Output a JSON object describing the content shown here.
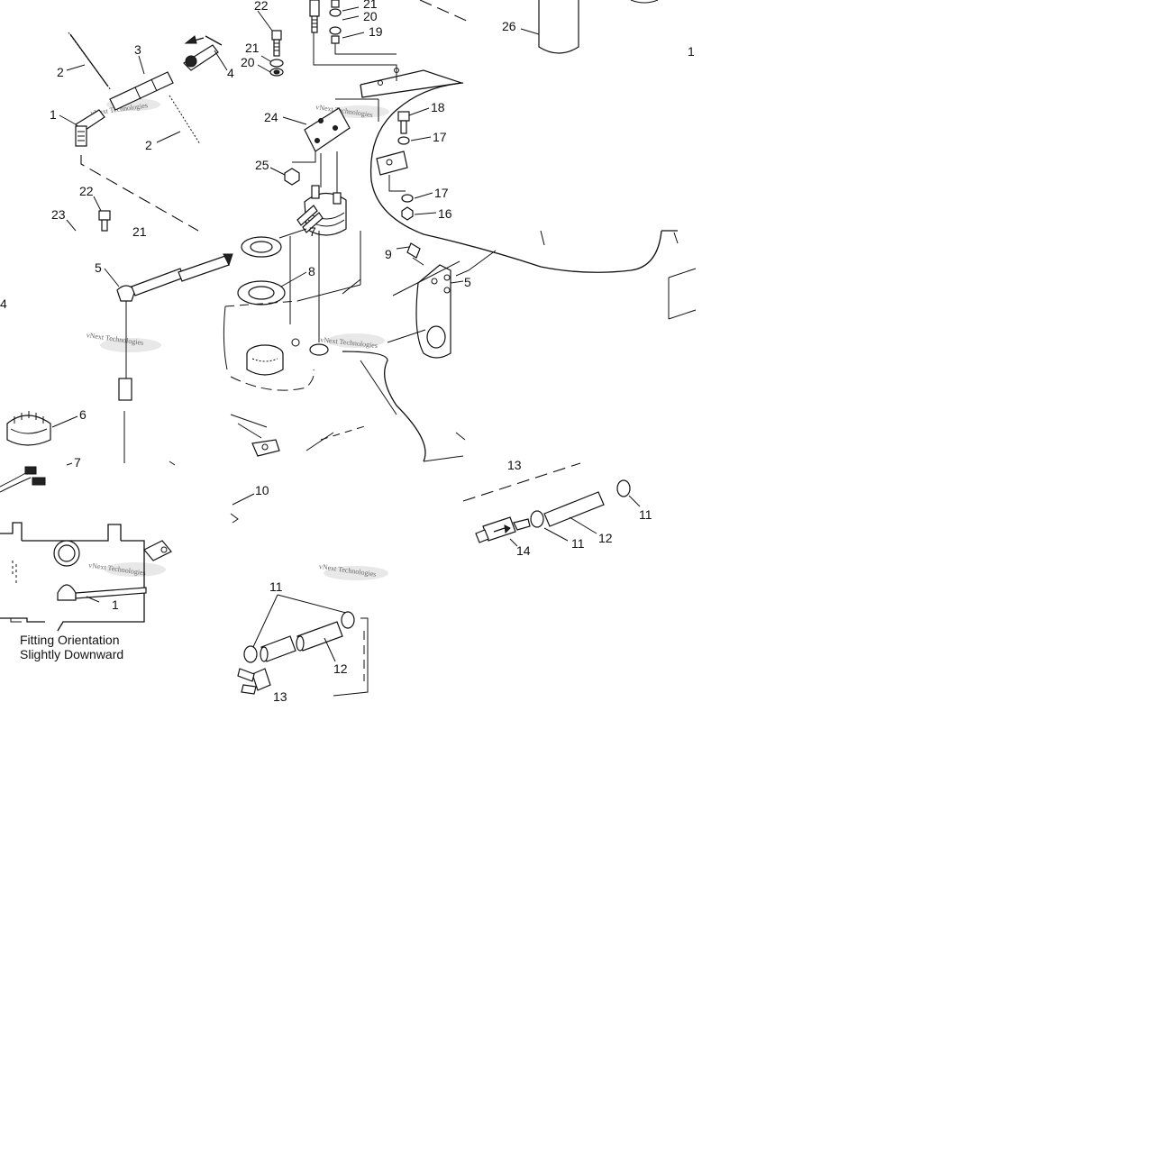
{
  "callouts": [
    {
      "id": "c21a",
      "label": "21"
    },
    {
      "id": "c20a",
      "label": "20"
    },
    {
      "id": "c19",
      "label": "19"
    },
    {
      "id": "c22a",
      "label": "22"
    },
    {
      "id": "c26",
      "label": "26"
    },
    {
      "id": "c1a",
      "label": "1"
    },
    {
      "id": "c2a",
      "label": "2"
    },
    {
      "id": "c3",
      "label": "3"
    },
    {
      "id": "c21b",
      "label": "21"
    },
    {
      "id": "c20b",
      "label": "20"
    },
    {
      "id": "c4a",
      "label": "4"
    },
    {
      "id": "c1b",
      "label": "1"
    },
    {
      "id": "c2b",
      "label": "2"
    },
    {
      "id": "c24",
      "label": "24"
    },
    {
      "id": "c18",
      "label": "18"
    },
    {
      "id": "c17a",
      "label": "17"
    },
    {
      "id": "c25",
      "label": "25"
    },
    {
      "id": "c17b",
      "label": "17"
    },
    {
      "id": "c16",
      "label": "16"
    },
    {
      "id": "c22b",
      "label": "22"
    },
    {
      "id": "c23",
      "label": "23"
    },
    {
      "id": "c21c",
      "label": "21"
    },
    {
      "id": "c7a",
      "label": "7"
    },
    {
      "id": "c9",
      "label": "9"
    },
    {
      "id": "c5a",
      "label": "5"
    },
    {
      "id": "c5b",
      "label": "5"
    },
    {
      "id": "c8",
      "label": "8"
    },
    {
      "id": "c4b",
      "label": "4"
    },
    {
      "id": "c6",
      "label": "6"
    },
    {
      "id": "c7b",
      "label": "7"
    },
    {
      "id": "c13a",
      "label": "13"
    },
    {
      "id": "c10",
      "label": "10"
    },
    {
      "id": "c11a",
      "label": "11"
    },
    {
      "id": "c12a",
      "label": "12"
    },
    {
      "id": "c11b",
      "label": "11"
    },
    {
      "id": "c14",
      "label": "14"
    },
    {
      "id": "c1c",
      "label": "1"
    },
    {
      "id": "c11c",
      "label": "11"
    },
    {
      "id": "c12b",
      "label": "12"
    },
    {
      "id": "c13b",
      "label": "13"
    }
  ],
  "caption": {
    "line1": "Fitting Orientation",
    "line2": "Slightly Downward"
  },
  "watermark": "vNext Technologies"
}
